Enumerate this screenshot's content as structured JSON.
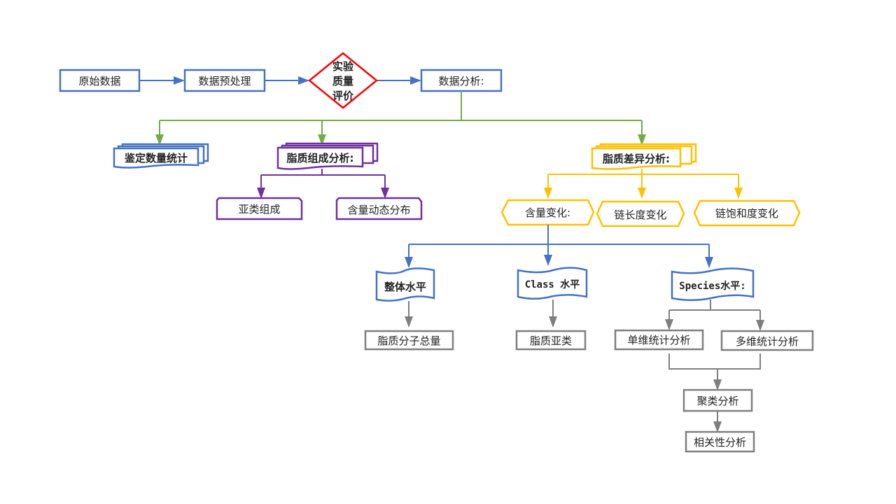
{
  "colors": {
    "blue": "#4472c4",
    "green": "#70ad47",
    "red": "#ff0000",
    "purple": "#7030a0",
    "yellow": "#ffc000",
    "gray": "#7f7f7f"
  },
  "nodes": {
    "raw_data": "原始数据",
    "preprocess": "数据预处理",
    "qc_line1": "实验",
    "qc_line2": "质量",
    "qc_line3": "评价",
    "analysis": "数据分析:",
    "id_stats": "鉴定数量统计",
    "composition": "脂质组成分析:",
    "difference": "脂质差异分析:",
    "subclass_comp": "亚类组成",
    "content_dynamic": "含量动态分布",
    "content_change": "含量变化:",
    "chain_length": "链长度变化",
    "chain_saturation": "链饱和度变化",
    "overall_level": "整体水平",
    "class_level": "Class 水平",
    "species_level": "Species水平:",
    "total_lipid": "脂质分子总量",
    "lipid_subclass": "脂质亚类",
    "univariate": "单维统计分析",
    "multivariate": "多维统计分析",
    "clustering": "聚类分析",
    "correlation": "相关性分析"
  }
}
